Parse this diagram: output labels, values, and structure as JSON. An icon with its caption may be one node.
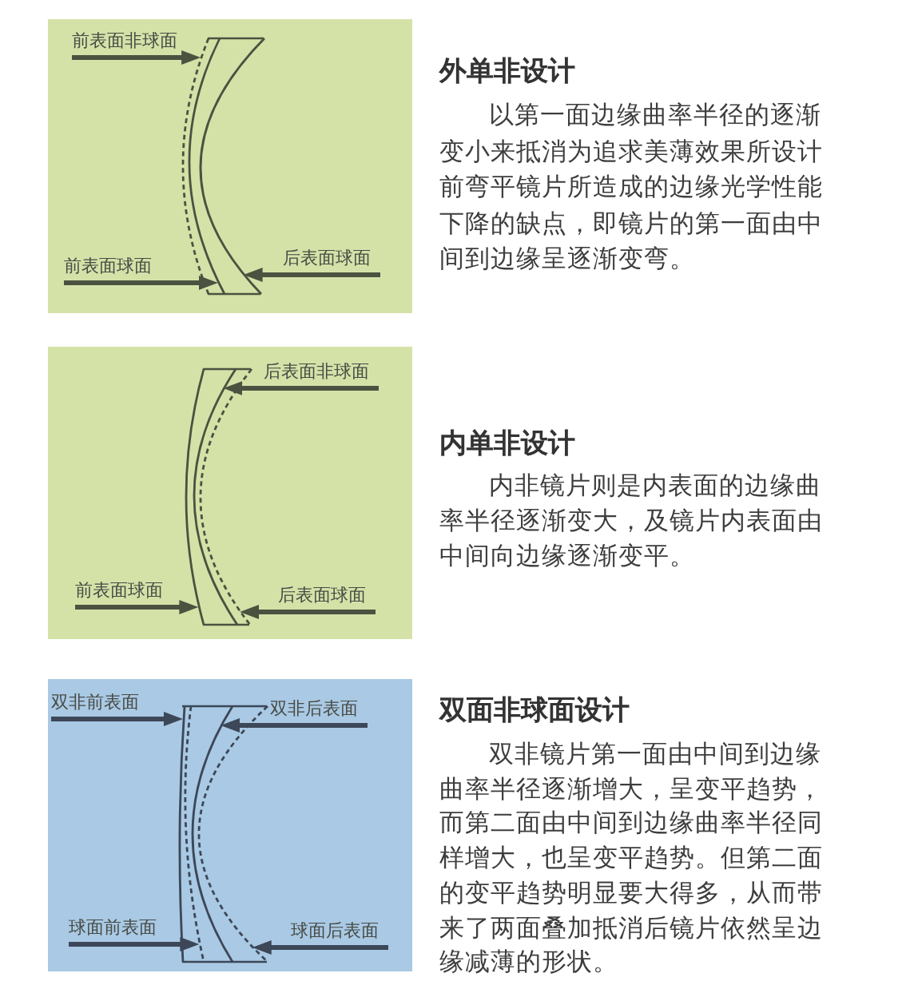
{
  "diagram": {
    "nodes": [
      {
        "text": [],
        "shape": "box",
        "beside": [
          "外单非设计",
          "以第一面边缘曲率半径的逐渐变小来抵消为追求美薄效果所设计前弯平镜片所造成的边缘光学性能下降的缺点，即镜片的第一面由中间到边缘呈逐渐变弯。"
        ]
      },
      {
        "text": [
          "前表面非球面"
        ],
        "in": 0
      },
      {
        "text": [
          "前表面球面"
        ],
        "in": 0
      },
      {
        "text": [
          "后表面球面"
        ],
        "in": 0
      },
      {
        "text": [],
        "shape": "curve",
        "in": 0
      },
      {
        "text": [],
        "shape": "curve",
        "in": 0
      },
      {
        "text": [],
        "shape": "curve",
        "in": 0
      },
      {
        "text": [],
        "shape": "box",
        "beside": [
          "内单非设计",
          "内非镜片则是内表面的边缘曲率半径逐渐变大，及镜片内表面由中间向边缘逐渐变平。"
        ]
      },
      {
        "text": [
          "后表面非球面"
        ],
        "in": 7
      },
      {
        "text": [
          "前表面球面"
        ],
        "in": 7
      },
      {
        "text": [
          "后表面球面"
        ],
        "in": 7
      },
      {
        "text": [],
        "shape": "curve",
        "in": 7
      },
      {
        "text": [],
        "shape": "curve",
        "in": 7
      },
      {
        "text": [],
        "shape": "curve",
        "in": 7
      },
      {
        "text": [],
        "shape": "box",
        "beside": [
          "双面非球面设计",
          "双非镜片第一面由中间到边缘曲率半径逐渐增大，呈变平趋势，而第二面由中间到边缘曲率半径同样增大，也呈变平趋势。但第二面的变平趋势明显要大得多，从而带来了两面叠加抵消后镜片依然呈边缘减薄的形状。"
        ]
      },
      {
        "text": [
          "双非前表面"
        ],
        "in": 14
      },
      {
        "text": [
          "双非后表面"
        ],
        "in": 14
      },
      {
        "text": [
          "球面前表面"
        ],
        "in": 14
      },
      {
        "text": [
          "球面后表面"
        ],
        "in": 14
      },
      {
        "text": [],
        "shape": "curve",
        "in": 14
      },
      {
        "text": [],
        "shape": "curve",
        "in": 14
      },
      {
        "text": [],
        "shape": "curve",
        "in": 14
      },
      {
        "text": [],
        "shape": "curve",
        "in": 14
      }
    ],
    "edges": [
      {
        "from": 1,
        "to": 4,
        "arrow": "to"
      },
      {
        "from": 2,
        "to": 5,
        "arrow": "to"
      },
      {
        "from": 3,
        "to": 6,
        "arrow": "to"
      },
      {
        "from": 8,
        "to": 12,
        "arrow": "to"
      },
      {
        "from": 9,
        "to": 11,
        "arrow": "to"
      },
      {
        "from": 10,
        "to": 13,
        "arrow": "to"
      },
      {
        "from": 15,
        "to": 19,
        "arrow": "to",
        "color": "#3c4757"
      },
      {
        "from": 16,
        "to": 21,
        "arrow": "to",
        "color": "#3c4757"
      },
      {
        "from": 17,
        "to": 20,
        "arrow": "to",
        "color": "#3c4757"
      },
      {
        "from": 18,
        "to": 22,
        "arrow": "to",
        "color": "#3c4757"
      }
    ]
  }
}
